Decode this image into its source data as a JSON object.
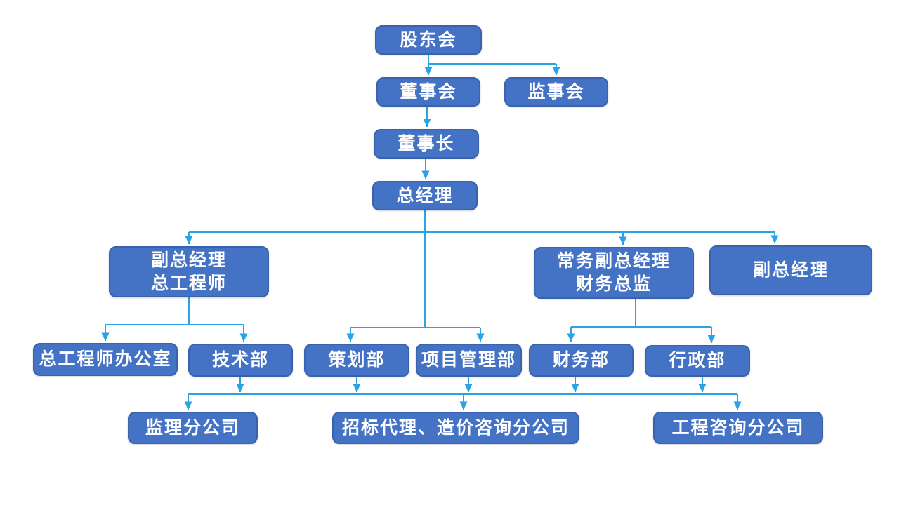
{
  "colors": {
    "background": "#ffffff",
    "node_fill": "#4472c4",
    "node_border": "#3a62ad",
    "node_text": "#ffffff",
    "connector": "#29a3e2"
  },
  "nodes": {
    "shareholders": {
      "label": "股东会"
    },
    "board": {
      "label": "董事会"
    },
    "supervisory_board": {
      "label": "监事会"
    },
    "chairman": {
      "label": "董事长"
    },
    "general_manager": {
      "label": "总经理"
    },
    "deputy_gm_chief_engineer": {
      "label": "副总经理\n总工程师"
    },
    "exec_deputy_gm_cfo": {
      "label": "常务副总经理\n财务总监"
    },
    "deputy_gm": {
      "label": "副总经理"
    },
    "chief_engineer_office": {
      "label": "总工程师办公室"
    },
    "tech_dept": {
      "label": "技术部"
    },
    "planning_dept": {
      "label": "策划部"
    },
    "project_mgmt_dept": {
      "label": "项目管理部"
    },
    "finance_dept": {
      "label": "财务部"
    },
    "admin_dept": {
      "label": "行政部"
    },
    "supervision_branch": {
      "label": "监理分公司"
    },
    "bidding_cost_branch": {
      "label": "招标代理、造价咨询分公司"
    },
    "eng_consulting_branch": {
      "label": "工程咨询分公司"
    }
  },
  "edges": [
    {
      "from": "shareholders",
      "to": "board"
    },
    {
      "from": "shareholders",
      "to": "supervisory_board"
    },
    {
      "from": "board",
      "to": "chairman"
    },
    {
      "from": "chairman",
      "to": "general_manager"
    },
    {
      "from": "general_manager",
      "to": "deputy_gm_chief_engineer"
    },
    {
      "from": "general_manager",
      "to": "exec_deputy_gm_cfo"
    },
    {
      "from": "general_manager",
      "to": "deputy_gm"
    },
    {
      "from": "general_manager",
      "to": "planning_dept"
    },
    {
      "from": "general_manager",
      "to": "project_mgmt_dept"
    },
    {
      "from": "deputy_gm_chief_engineer",
      "to": "chief_engineer_office"
    },
    {
      "from": "deputy_gm_chief_engineer",
      "to": "tech_dept"
    },
    {
      "from": "exec_deputy_gm_cfo",
      "to": "finance_dept"
    },
    {
      "from": "exec_deputy_gm_cfo",
      "to": "admin_dept"
    },
    {
      "from": [
        "tech_dept",
        "planning_dept",
        "project_mgmt_dept",
        "finance_dept",
        "admin_dept"
      ],
      "to": [
        "supervision_branch",
        "bidding_cost_branch",
        "eng_consulting_branch"
      ],
      "via": "shared-bus"
    }
  ]
}
